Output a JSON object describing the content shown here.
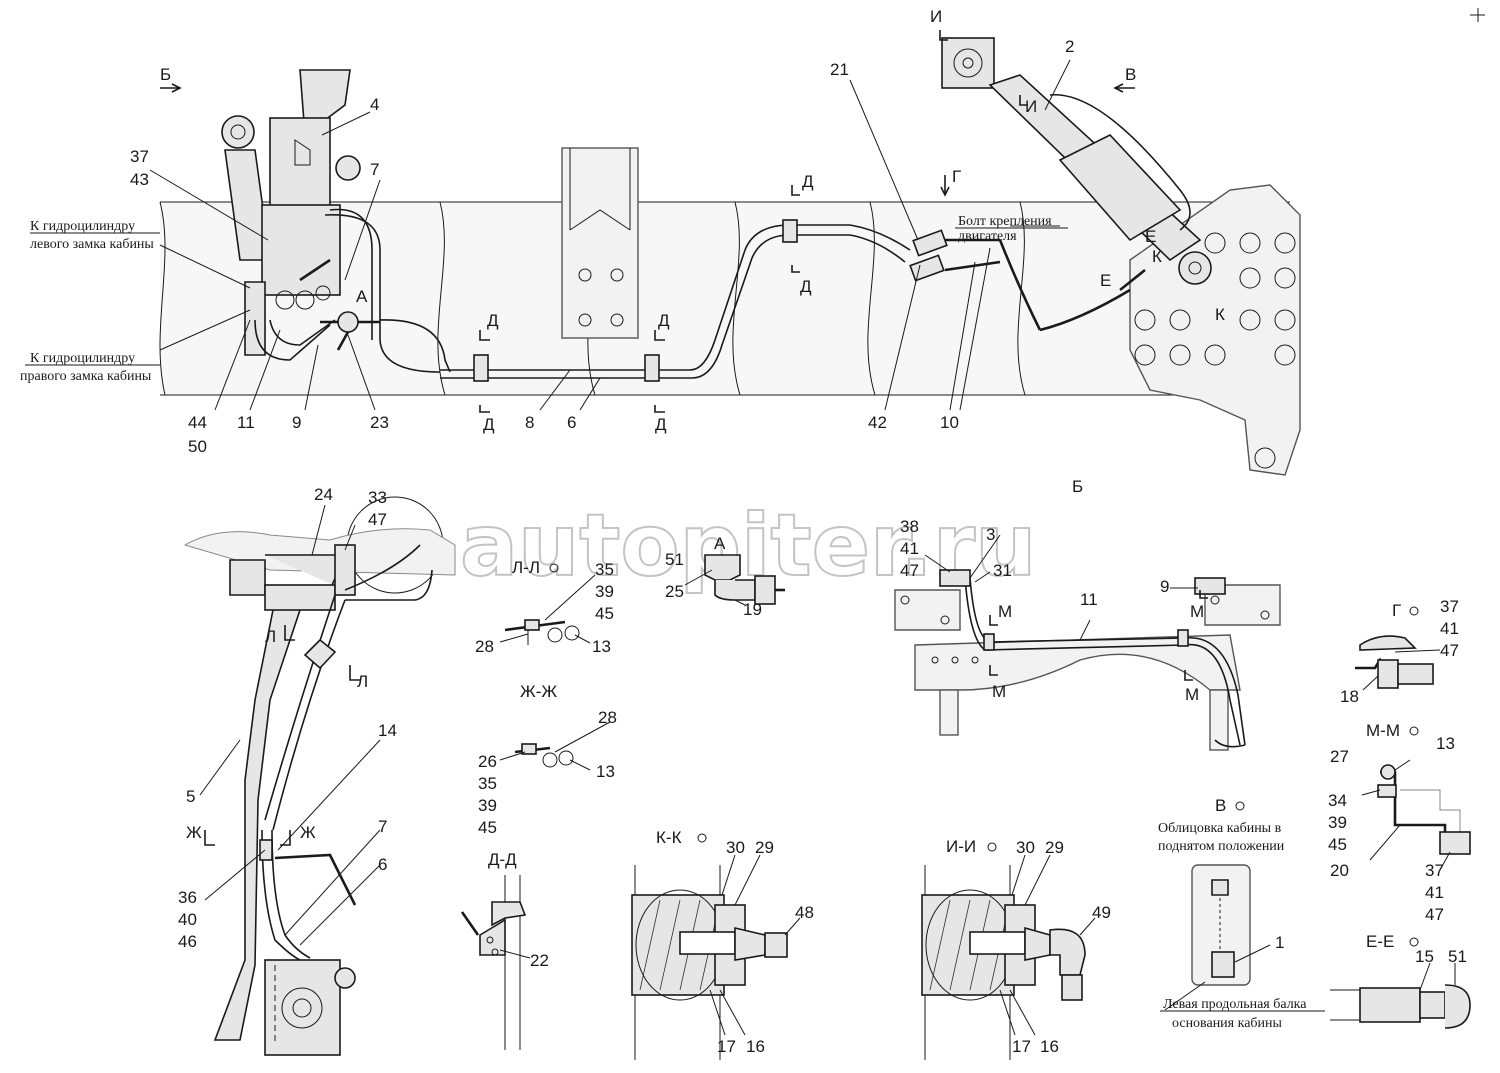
{
  "watermark": "autopiter.ru",
  "captions": {
    "left_lock": [
      "К гидроцилиндру",
      "левого замка кабины"
    ],
    "right_lock": [
      "К гидроцилиндру",
      "правого замка кабины"
    ],
    "engine_bolt": [
      "Болт крепления",
      "двигателя"
    ],
    "cab_lining": [
      "Облицовка кабины в",
      "поднятом положении"
    ],
    "beam": [
      "Левая продольная балка",
      "основания кабины"
    ]
  },
  "views": {
    "b_arrow": "Б",
    "v_arrow": "В",
    "g_arrow": "Г",
    "i_top": "И",
    "i_arrow": "И",
    "k_top": "К",
    "k_bot": "К",
    "e_top": "Е",
    "e_bot": "Е",
    "d1": "Д",
    "d2": "Д",
    "d3": "Д",
    "d4": "Д",
    "d5": "Д",
    "d6": "Д",
    "a_mark": "А",
    "b_view": "Б",
    "a_view": "А",
    "l_top": "Л",
    "l_bot": "Л",
    "zh_left": "Ж",
    "zh_right": "Ж",
    "m1": "М",
    "m2": "М",
    "m3": "М",
    "m4": "М",
    "sec_ll": "Л-Л",
    "sec_zhzh": "Ж-Ж",
    "sec_dd": "Д-Д",
    "sec_kk": "К-К",
    "sec_ii": "И-И",
    "sec_mm": "М-М",
    "sec_ee": "Е-Е",
    "view_g": "Г",
    "view_v": "В"
  },
  "callouts": {
    "n37a": "37",
    "n43": "43",
    "n4": "4",
    "n7a": "7",
    "n44": "44",
    "n50": "50",
    "n11a": "11",
    "n9a": "9",
    "n23": "23",
    "n8": "8",
    "n6a": "6",
    "n21": "21",
    "n2": "2",
    "n42": "42",
    "n10": "10",
    "n24": "24",
    "n33": "33",
    "n47a": "47",
    "n35a": "35",
    "n39a": "39",
    "n45a": "45",
    "n28a": "28",
    "n13a": "13",
    "n51a": "51",
    "n25": "25",
    "n19": "19",
    "n38": "38",
    "n41a": "41",
    "n47b": "47",
    "n3": "3",
    "n31": "31",
    "n11b": "11",
    "n9b": "9",
    "n37b": "37",
    "n41b": "41",
    "n47c": "47",
    "n18": "18",
    "n28b": "28",
    "n26": "26",
    "n35b": "35",
    "n39b": "39",
    "n45b": "45",
    "n13b": "13",
    "n14": "14",
    "n5": "5",
    "n7b": "7",
    "n6b": "6",
    "n36": "36",
    "n40": "40",
    "n46": "46",
    "n22": "22",
    "n30a": "30",
    "n29a": "29",
    "n48": "48",
    "n17a": "17",
    "n16a": "16",
    "n30b": "30",
    "n29b": "29",
    "n49": "49",
    "n17b": "17",
    "n16b": "16",
    "n1": "1",
    "n27": "27",
    "n13c": "13",
    "n34": "34",
    "n39c": "39",
    "n45c": "45",
    "n20": "20",
    "n37c": "37",
    "n41c": "41",
    "n47d": "47",
    "n15": "15",
    "n51b": "51"
  }
}
